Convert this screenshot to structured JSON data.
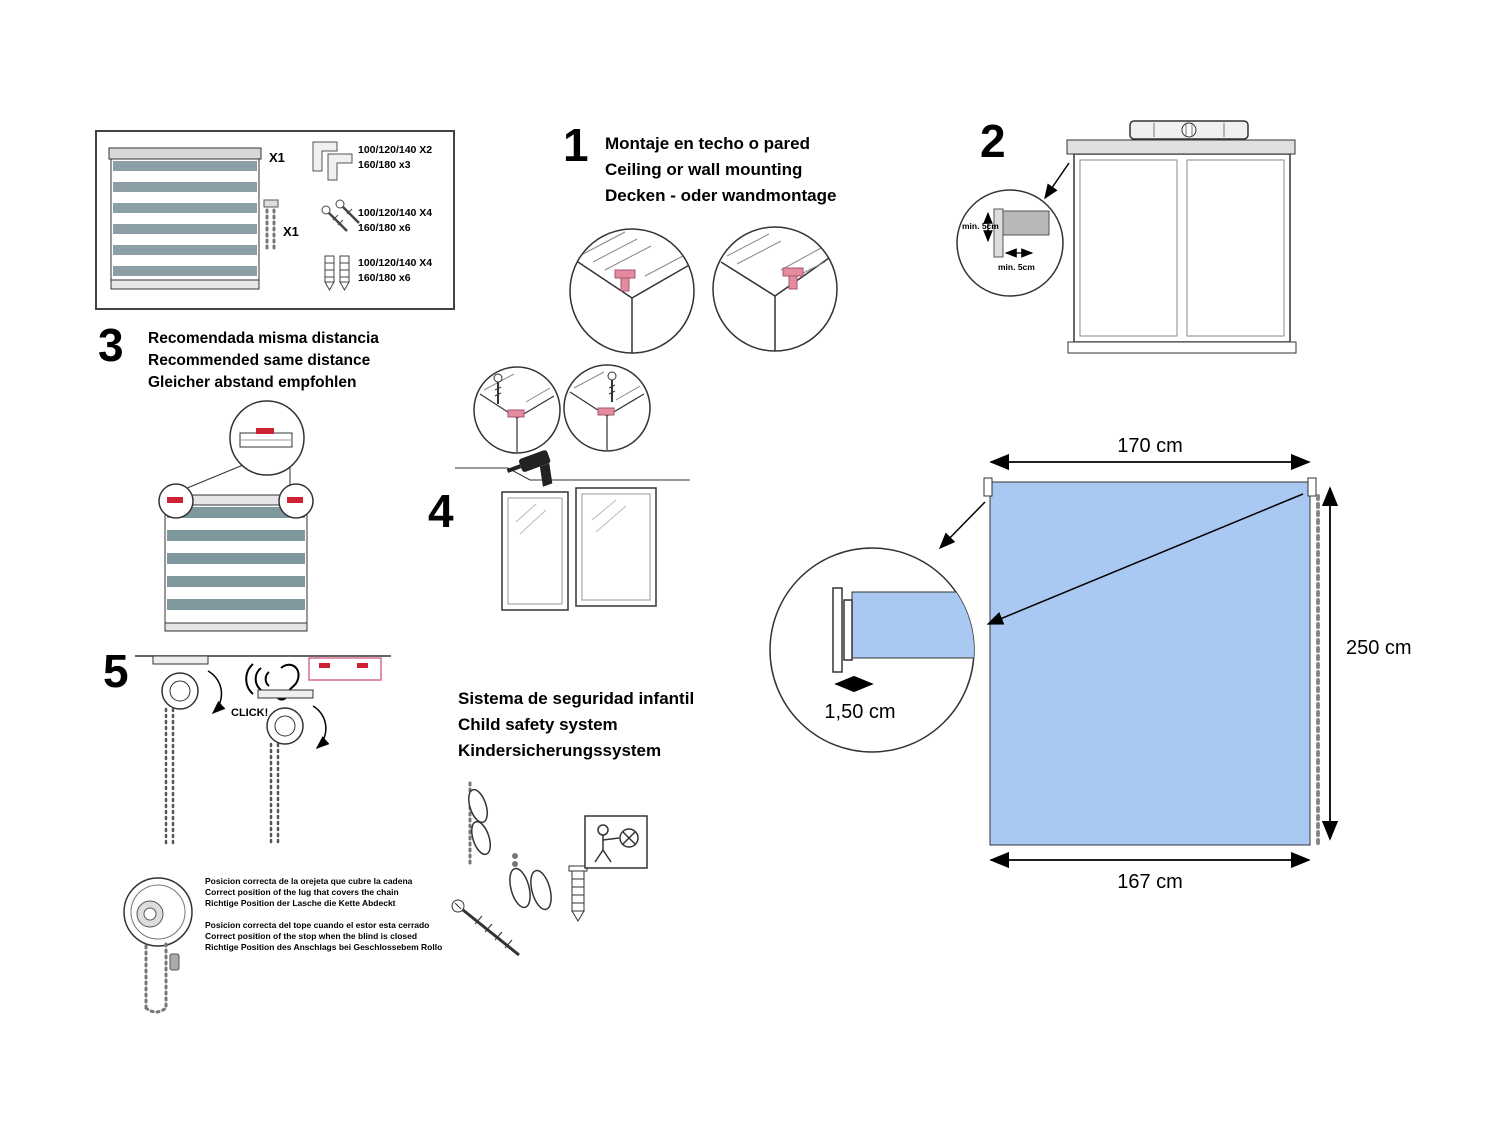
{
  "colors": {
    "blind_blue": "#aac9f2",
    "stripe_gray": "#8d9fa6",
    "stripe_teal": "#7f989e",
    "accent_pink": "#e48ba0",
    "accent_red": "#cc2233"
  },
  "parts_box": {
    "blind_qty": "X1",
    "chain_qty": "X1",
    "brackets_line1": "100/120/140 X2",
    "brackets_line2": "160/180 x3",
    "screws_line1": "100/120/140 X4",
    "screws_line2": "160/180 x6",
    "plugs_line1": "100/120/140 X4",
    "plugs_line2": "160/180 x6"
  },
  "step1": {
    "number": "1",
    "lines": [
      "Montaje en techo o pared",
      "Ceiling or wall mounting",
      "Decken - oder wandmontage"
    ]
  },
  "step2": {
    "number": "2",
    "min_vertical": "min. 5cm",
    "min_horizontal": "min. 5cm"
  },
  "step3": {
    "number": "3",
    "lines": [
      "Recomendada misma distancia",
      "Recommended same distance",
      "Gleicher abstand empfohlen"
    ]
  },
  "step4": {
    "number": "4"
  },
  "step5": {
    "number": "5",
    "click": "CLICK!"
  },
  "chain_notes": {
    "lug": [
      "Posicion correcta de la orejeta que cubre la cadena",
      "Correct position of the lug that covers the chain",
      "Richtige Position der Lasche die Kette Abdeckt"
    ],
    "stop": [
      "Posicion correcta del tope cuando el estor esta cerrado",
      "Correct position of the stop when the blind is closed",
      "Richtige Position des Anschlags bei Geschlossebem Rollo"
    ]
  },
  "child_safety": {
    "lines": [
      "Sistema de seguridad infantil",
      "Child safety system",
      "Kindersicherungssystem"
    ]
  },
  "dimensions": {
    "width_top": "170 cm",
    "height_right": "250 cm",
    "width_bottom": "167 cm",
    "bracket_depth": "1,50 cm"
  }
}
